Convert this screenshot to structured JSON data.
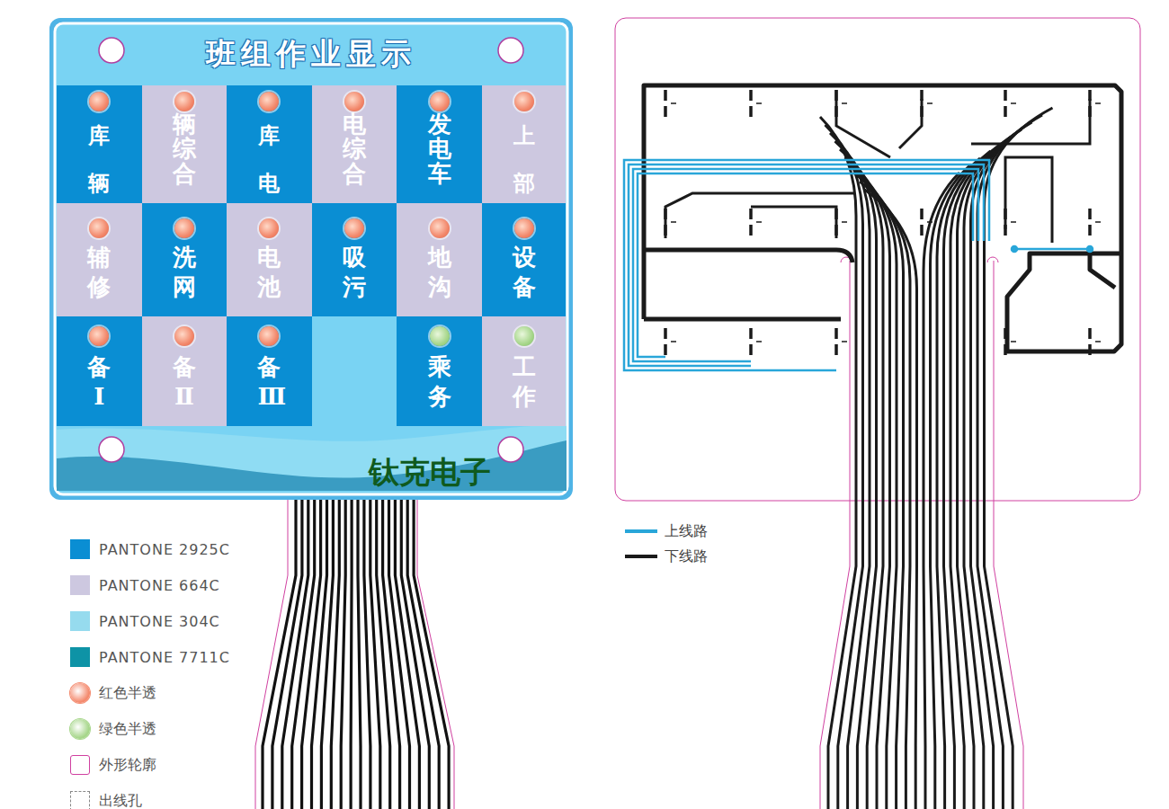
{
  "diagram": {
    "nodes": [
      {
        "text": [
          "班组作业显示"
        ]
      },
      {
        "text": [
          "库辆"
        ],
        "in": 0
      },
      {
        "text": [
          "辆综合"
        ],
        "in": 0
      },
      {
        "text": [
          "库电"
        ],
        "in": 0
      },
      {
        "text": [
          "电综合"
        ],
        "in": 0
      },
      {
        "text": [
          "发电车"
        ],
        "in": 0
      },
      {
        "text": [
          "上部"
        ],
        "in": 0
      },
      {
        "text": [
          "辅修"
        ],
        "in": 0
      },
      {
        "text": [
          "洗网"
        ],
        "in": 0
      },
      {
        "text": [
          "电池"
        ],
        "in": 0
      },
      {
        "text": [
          "吸污"
        ],
        "in": 0
      },
      {
        "text": [
          "地沟"
        ],
        "in": 0
      },
      {
        "text": [
          "设备"
        ],
        "in": 0
      },
      {
        "text": [
          "备Ⅰ"
        ],
        "in": 0
      },
      {
        "text": [
          "备Ⅱ"
        ],
        "in": 0
      },
      {
        "text": [
          "备Ⅲ"
        ],
        "in": 0
      },
      {
        "text": [
          "乘务"
        ],
        "in": 0
      },
      {
        "text": [
          "工作"
        ],
        "in": 0
      }
    ],
    "labels": [
      "钛克电子"
    ],
    "legend": [
      {
        "text": "PANTONE 2925C",
        "color": "#0a8ed3"
      },
      {
        "text": "PANTONE 664C",
        "color": "#cdc8e0"
      },
      {
        "text": "PANTONE 304C",
        "color": "#96dbee"
      },
      {
        "text": "PANTONE 7711C",
        "color": "#0e93a6"
      },
      {
        "text": "红色半透",
        "color": "#f48a6e"
      },
      {
        "text": "绿色半透",
        "color": "#a6d68a"
      },
      {
        "text": "外形轮廓"
      },
      {
        "text": "出线孔"
      },
      {
        "text": "上线路"
      },
      {
        "text": "下线路"
      }
    ]
  }
}
